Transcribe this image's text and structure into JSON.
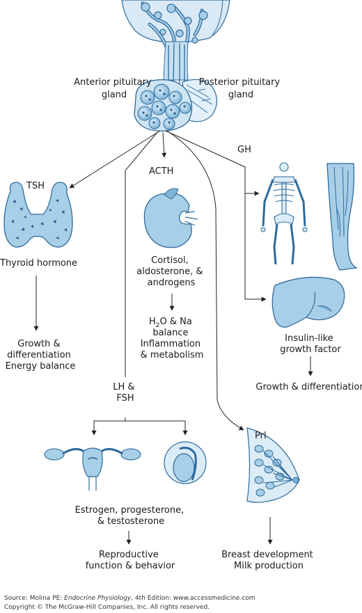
{
  "labels": {
    "anterior": [
      "Anterior pituitary",
      "gland"
    ],
    "posterior": [
      "Posterior pituitary",
      "gland"
    ],
    "gh": "GH",
    "tsh": "TSH",
    "acth": "ACTH",
    "thyroid_hormone": "Thyroid hormone",
    "thyroid_effects": [
      "Growth &",
      "differentiation",
      "Energy balance"
    ],
    "adrenal_hormones": [
      "Cortisol,",
      "aldosterone, &",
      "androgens"
    ],
    "adrenal_effects_line1": [
      "H",
      "2",
      "O & Na"
    ],
    "adrenal_effects": [
      "balance",
      "Inflammation",
      "& metabolism"
    ],
    "lh_fsh": [
      "LH &",
      "FSH"
    ],
    "igf": [
      "Insulin-like",
      "growth factor"
    ],
    "gh_effects": "Growth & differentiation",
    "prl": "Prl",
    "sex_steroids": [
      "Estrogen, progesterone,",
      "& testosterone"
    ],
    "reproductive": [
      "Reproductive",
      "function & behavior"
    ],
    "breast": [
      "Breast development",
      "Milk production"
    ]
  },
  "footer": {
    "source_prefix": "Source: Molina PE: ",
    "source_title": "Endocrine Physiology",
    "source_suffix": ", 4th Edition: www.accessmedicine.com",
    "copyright": "Copyright © The McGraw-Hill Companies, Inc. All rights reserved."
  },
  "colors": {
    "organ_fill": "#a8cfe8",
    "organ_stroke": "#2d6a9a",
    "organ_dark": "#2a5f8f",
    "arrow": "#222222"
  }
}
